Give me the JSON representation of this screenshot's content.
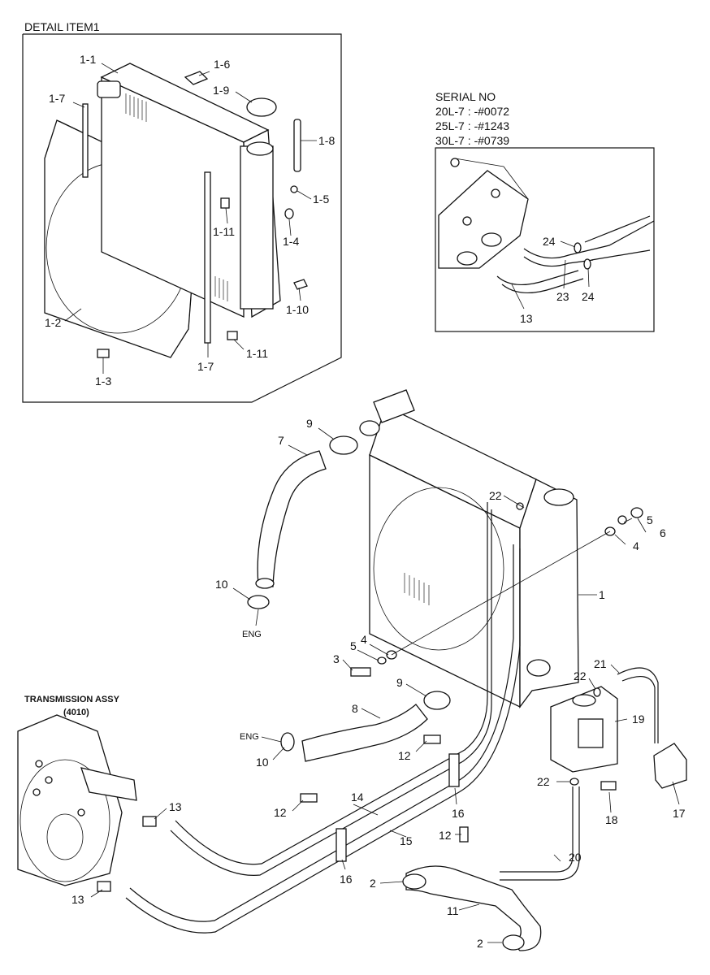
{
  "detail": {
    "title": "DETAIL ITEM1",
    "labels": {
      "p1_1": "1-1",
      "p1_2": "1-2",
      "p1_3": "1-3",
      "p1_4": "1-4",
      "p1_5": "1-5",
      "p1_6": "1-6",
      "p1_7a": "1-7",
      "p1_7b": "1-7",
      "p1_8": "1-8",
      "p1_9": "1-9",
      "p1_10": "1-10",
      "p1_11a": "1-11",
      "p1_11b": "1-11"
    }
  },
  "serial": {
    "title": "SERIAL NO",
    "lines": [
      "20L-7 : -#0072",
      "25L-7 : -#1243",
      "30L-7 : -#0739"
    ],
    "labels": {
      "p24a": "24",
      "p24b": "24",
      "p23": "23",
      "p13": "13"
    }
  },
  "transmission": {
    "title": "TRANSMISSION ASSY",
    "code": "(4010)"
  },
  "main": {
    "labels": {
      "p1": "1",
      "p2a": "2",
      "p2b": "2",
      "p3": "3",
      "p4a": "4",
      "p4b": "4",
      "p5a": "5",
      "p5b": "5",
      "p6": "6",
      "p7": "7",
      "p8": "8",
      "p9a": "9",
      "p9b": "9",
      "p10a": "10",
      "p10b": "10",
      "p11": "11",
      "p12a": "12",
      "p12b": "12",
      "p12c": "12",
      "p13a": "13",
      "p13b": "13",
      "p14": "14",
      "p15": "15",
      "p16a": "16",
      "p16b": "16",
      "p17": "17",
      "p18": "18",
      "p19": "19",
      "p20": "20",
      "p21": "21",
      "p22a": "22",
      "p22b": "22",
      "p22c": "22",
      "eng_a": "ENG",
      "eng_b": "ENG"
    }
  }
}
